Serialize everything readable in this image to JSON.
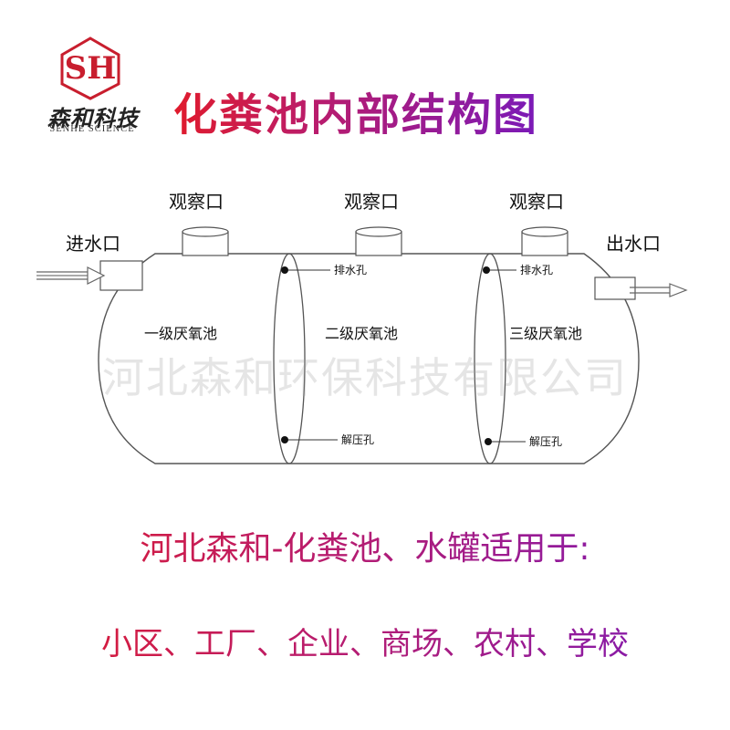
{
  "brand": {
    "mark_text": "SH",
    "name_cn": "森和科技",
    "name_en": "SENHE SCIENCE",
    "color": "#c81e2e"
  },
  "title": "化粪池内部结构图",
  "diagram": {
    "ports": {
      "inlet": "进水口",
      "outlet": "出水口",
      "observation": [
        "观察口",
        "观察口",
        "观察口"
      ]
    },
    "chambers": [
      "一级厌氧池",
      "二级厌氧池",
      "三级厌氧池"
    ],
    "holes": {
      "drain": [
        "排水孔",
        "排水孔"
      ],
      "relief": [
        "解压孔",
        "解压孔"
      ]
    }
  },
  "watermark": "河北森和环保科技有限公司",
  "headline": "河北森和-化粪池、水罐适用于:",
  "uses": "小区、工厂、企业、商场、农村、学校",
  "colors": {
    "gradient_start": "#e01b2c",
    "gradient_mid": "#b81c6e",
    "gradient_end": "#7a1ab8"
  }
}
